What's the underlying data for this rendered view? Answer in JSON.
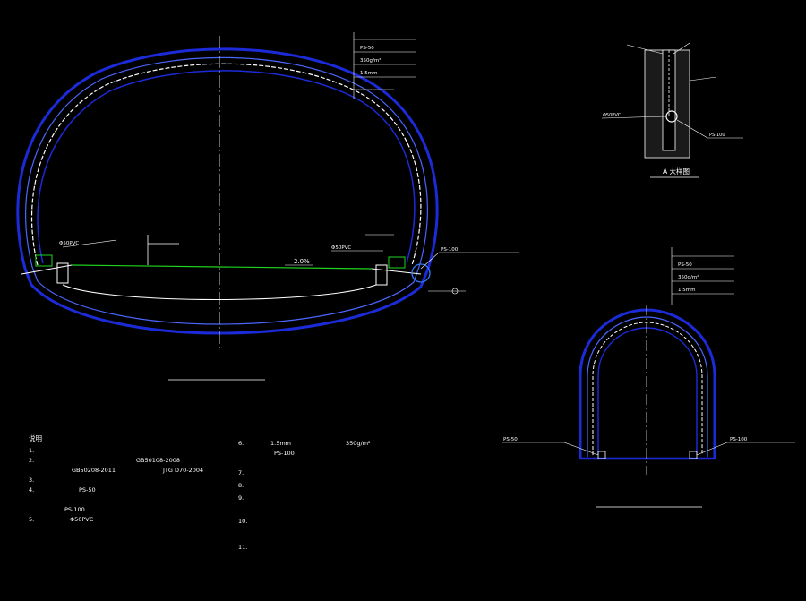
{
  "colors": {
    "background": "#000000",
    "lining": "#1c2bd8",
    "lining_inner": "#4a66ff",
    "waterproof": "#ffffff",
    "slope_line": "#1fd41f",
    "centerline": "#ffffff",
    "callout_ring": "#2f7dff",
    "labels": "#ffffff"
  },
  "main_section": {
    "slope_label": "2.0%",
    "callout_right_main": "PS-100",
    "callout_left_pipe": "Φ50PVC",
    "callout_right_pipe": "Φ50PVC"
  },
  "detail_a": {
    "title": "A 大样图",
    "callout_pipe": "Φ50PVC",
    "callout_ps": "PS-100"
  },
  "layer_callout_top": {
    "lines": [
      "PS-50",
      "350g/m²",
      "1.5mm"
    ]
  },
  "layer_callout_small": {
    "lines": [
      "PS-50",
      "350g/m²",
      "1.5mm"
    ]
  },
  "small_section": {
    "callout_left": "PS-50",
    "callout_right": "PS-100"
  },
  "notes": {
    "heading": "说明",
    "left": [
      "1.",
      "2.",
      "GB50108-2008",
      "GB50208-2011",
      "JTG D70-2004",
      "3.",
      "4.",
      "PS-50",
      "PS-100",
      "5.",
      "Φ50PVC"
    ],
    "right": [
      "6.",
      "1.5mm",
      "350g/m²",
      "PS-100",
      "7.",
      "8.",
      "9.",
      "10.",
      "11."
    ]
  }
}
